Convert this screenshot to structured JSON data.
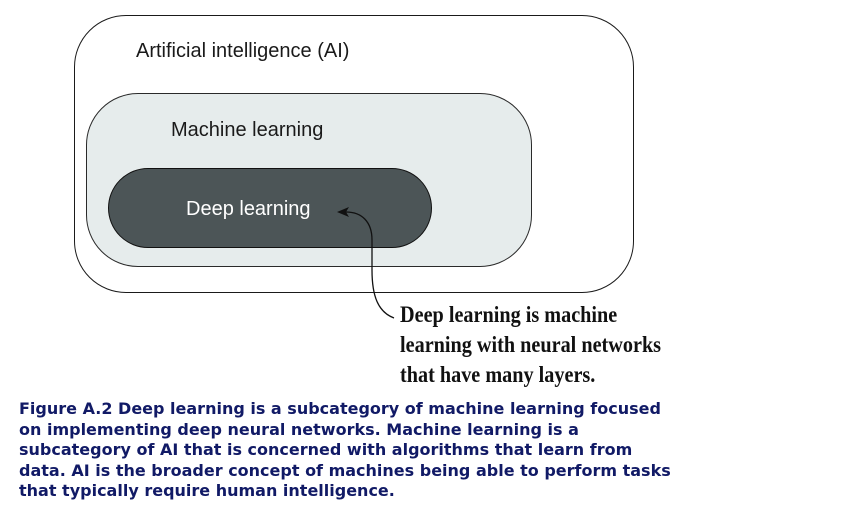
{
  "diagram": {
    "outer_label": "Artificial intelligence (AI)",
    "middle_label": "Machine learning",
    "inner_label": "Deep learning",
    "callout_lines": [
      "Deep learning is machine",
      "learning with neural networks",
      "that have many layers."
    ],
    "colors": {
      "outer_fill": "#ffffff",
      "middle_fill": "#e6ecec",
      "inner_fill": "#4c5557",
      "caption_text": "#111a66"
    }
  },
  "caption": {
    "lines": [
      "Figure A.2 Deep learning is a subcategory of machine learning focused",
      "on implementing deep neural networks. Machine learning is a",
      "subcategory of AI that is concerned with algorithms that learn from",
      "data. AI is the broader concept of machines being able to perform tasks",
      "that typically require human intelligence."
    ]
  }
}
